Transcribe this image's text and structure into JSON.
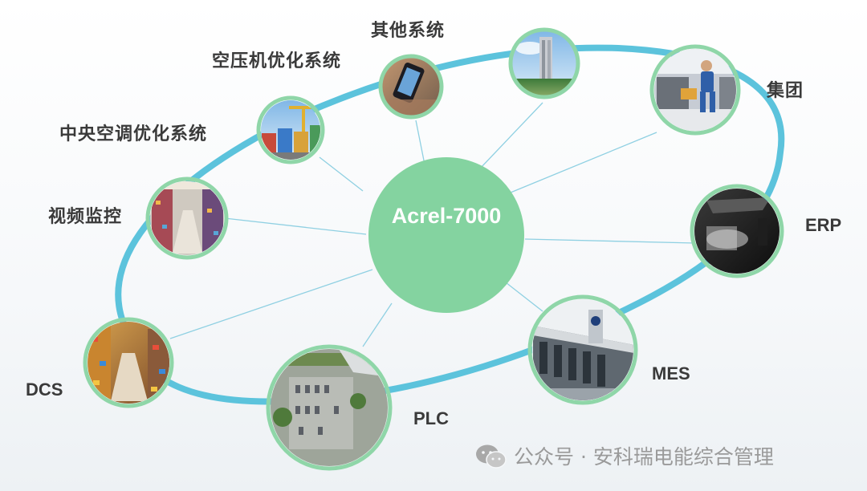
{
  "center": {
    "label": "Acrel-7000"
  },
  "colors": {
    "center_fill": "#84d3a0",
    "orbit": "#5cc3dc",
    "connector": "#8fd0e2",
    "node_ring": "#8fd6a8",
    "label": "#3a3a3a",
    "watermark": "#9a9a9a"
  },
  "nodes": [
    {
      "id": "other-systems",
      "label": "其他系统",
      "photo": "phone-app-photo"
    },
    {
      "id": "building-tower",
      "label": "",
      "photo": "office-tower-photo"
    },
    {
      "id": "group",
      "label": "集团",
      "photo": "factory-worker-photo"
    },
    {
      "id": "erp",
      "label": "ERP",
      "photo": "dark-workshop-photo"
    },
    {
      "id": "mes",
      "label": "MES",
      "photo": "building-facade-photo"
    },
    {
      "id": "plc",
      "label": "PLC",
      "photo": "parking-lot-aerial-photo"
    },
    {
      "id": "dcs",
      "label": "DCS",
      "photo": "retail-aisle-photo"
    },
    {
      "id": "video-surveillance",
      "label": "视频监控",
      "photo": "store-interior-photo"
    },
    {
      "id": "central-ac-optimization",
      "label": "中央空调优化系统",
      "photo": "containers-photo"
    },
    {
      "id": "air-compressor-optimization",
      "label": "空压机优化系统",
      "photo": ""
    }
  ],
  "watermark": {
    "text": "公众号 · 安科瑞电能综合管理",
    "icon": "wechat-icon"
  }
}
